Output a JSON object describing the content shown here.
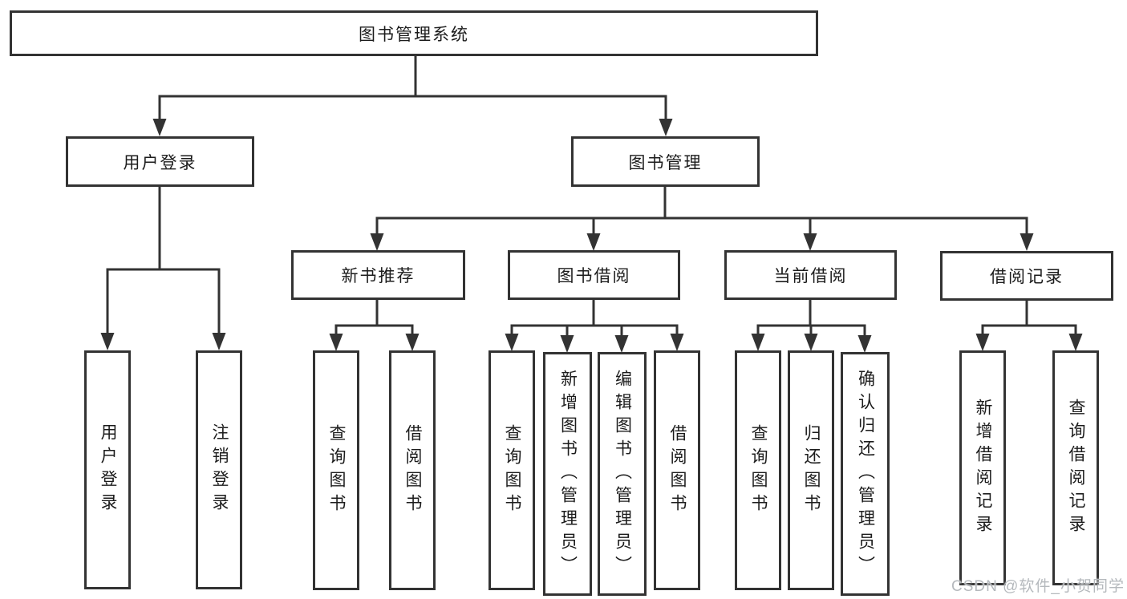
{
  "diagram": {
    "root": "图书管理系统",
    "level1": [
      "用户登录",
      "图书管理"
    ],
    "level2": [
      "新书推荐",
      "图书借阅",
      "当前借阅",
      "借阅记录"
    ],
    "leaves": {
      "user_login": [
        "用户登录",
        "注销登录"
      ],
      "new_books": [
        "查询图书",
        "借阅图书"
      ],
      "book_borrow": [
        "查询图书",
        "新增图书（管理员）",
        "编辑图书（管理员）",
        "借阅图书"
      ],
      "current_borrow": [
        "查询图书",
        "归还图书",
        "确认归还（管理员）"
      ],
      "borrow_records": [
        "新增借阅记录",
        "查询借阅记录"
      ]
    }
  },
  "watermark": "CSDN @软件_小贺同学",
  "colors": {
    "line": "#333333",
    "text": "#1c1c1c",
    "watermark": "#b5b9bd",
    "background": "#ffffff"
  }
}
